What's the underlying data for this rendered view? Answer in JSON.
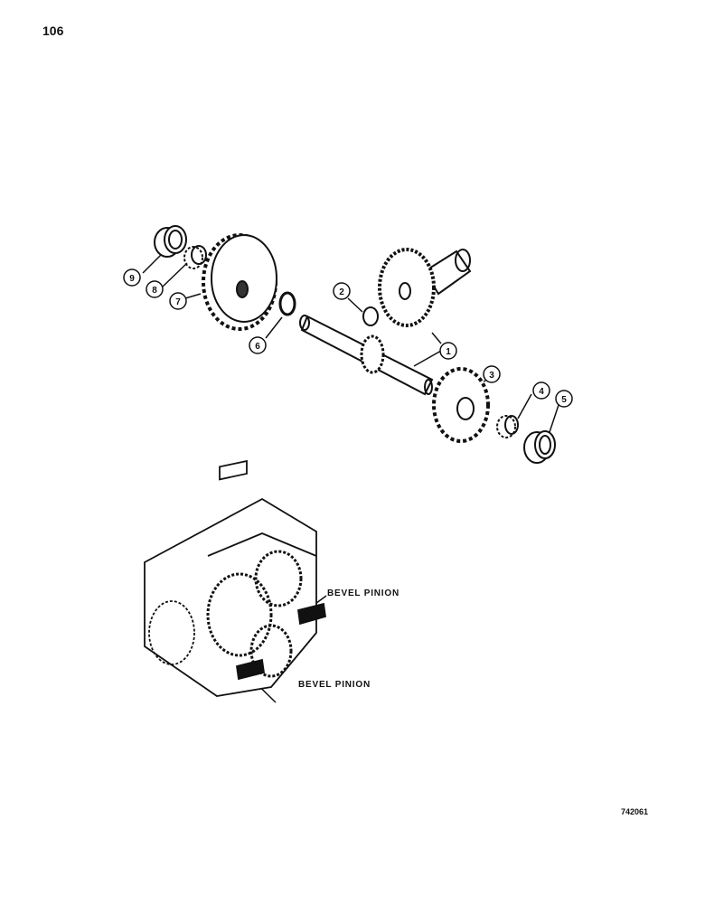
{
  "page": {
    "page_number": "106",
    "drawing_id": "742061"
  },
  "exploded_view": {
    "callouts": [
      {
        "num": "1",
        "part": "bevel-gear-and-pinion-shaft"
      },
      {
        "num": "2",
        "part": "bushing"
      },
      {
        "num": "3",
        "part": "spur-gear"
      },
      {
        "num": "4",
        "part": "bearing-cone"
      },
      {
        "num": "5",
        "part": "bearing-cup"
      },
      {
        "num": "6",
        "part": "snap-ring"
      },
      {
        "num": "7",
        "part": "spur-gear-large"
      },
      {
        "num": "8",
        "part": "bearing-cone"
      },
      {
        "num": "9",
        "part": "bearing-cup"
      }
    ]
  },
  "assembly_view": {
    "labels": [
      {
        "text": "BEVEL PINION"
      },
      {
        "text": "BEVEL PINION"
      }
    ]
  }
}
